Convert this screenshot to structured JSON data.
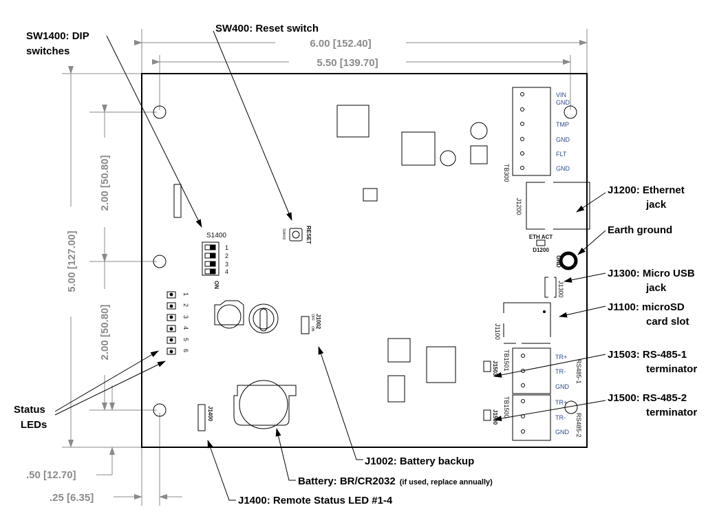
{
  "callouts": {
    "sw1400": [
      "SW1400: DIP",
      "switches"
    ],
    "sw400": "SW400: Reset switch",
    "j1200": [
      "J1200: Ethernet",
      "jack"
    ],
    "earth": "Earth ground",
    "j1300": [
      "J1300: Micro USB",
      "jack"
    ],
    "j1100": [
      "J1100: microSD",
      "card slot"
    ],
    "j1503": [
      "J1503: RS-485-1",
      "terminator"
    ],
    "j1500": [
      "J1500: RS-485-2",
      "terminator"
    ],
    "status": [
      "Status",
      "LEDs"
    ],
    "j1002": "J1002: Battery backup",
    "battery": "Battery: BR/CR2032",
    "battery_note": "(if used, replace annually)",
    "j1400": "J1400: Remote Status LED #1-4"
  },
  "dimensions": {
    "width_total": "6.00 [152.40]",
    "width_holes": "5.50 [139.70]",
    "height_total": "5.00 [127.00]",
    "hole_spacing_upper": "2.00 [50.80]",
    "hole_spacing_lower": "2.00 [50.80]",
    "offset_y": ".50 [12.70]",
    "offset_x": ".25 [6.35]"
  },
  "board": {
    "tb300": "TB300",
    "tb300_pins": [
      "VIN",
      "GND",
      "TMP",
      "GND",
      "FLT",
      "GND"
    ],
    "j1200": "J1200",
    "eth_act": "ETH ACT",
    "d1200": "D1200",
    "gnd": "GND",
    "j1300": "J1300",
    "j1100": "J1100",
    "tb1501": "TB1501",
    "tb1500": "TB1500",
    "j1503": "J1503",
    "j1500": "J1500",
    "rs485_1": "RS485-1",
    "rs485_2": "RS485-2",
    "rs_pins": [
      "TR+",
      "TR-",
      "GND"
    ],
    "s1400": "S1400",
    "dip_numbers": [
      "1",
      "2",
      "3",
      "4"
    ],
    "dip_on": "ON",
    "reset": "RESET",
    "sw400": "SW400",
    "led_numbers": [
      "1",
      "2",
      "3",
      "4",
      "5",
      "6"
    ],
    "j1002": "J1002",
    "j1002_off": "OFF",
    "j1002_on": "ON",
    "j1400": "J1400"
  }
}
